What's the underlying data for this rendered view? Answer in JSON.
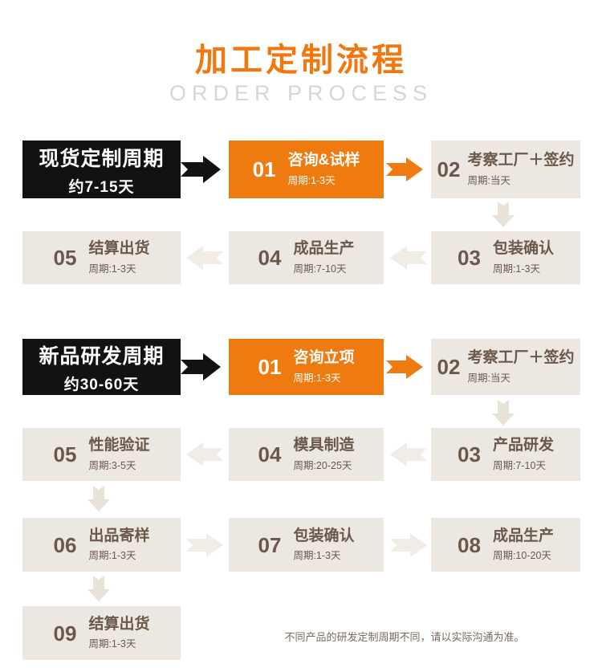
{
  "header": {
    "title": "加工定制流程",
    "subtitle": "ORDER PROCESS"
  },
  "colors": {
    "accent_orange": "#ee7a10",
    "title_orange": "#f1770e",
    "label_black": "#121212",
    "box_beige": "#ece8e1",
    "text_brown": "#6b584b",
    "arrow_light": "#f1ede6",
    "arrow_down": "#e8e2d7",
    "subtitle_gray": "#d6d6d6"
  },
  "sections": [
    {
      "label": {
        "title": "现货定制周期",
        "duration": "约7-15天"
      },
      "steps": {
        "s01": {
          "num": "01",
          "title": "咨询&试样",
          "cycle": "周期:1-3天"
        },
        "s02": {
          "num": "02",
          "title": "考察工厂＋签约",
          "cycle": "周期:当天"
        },
        "s03": {
          "num": "03",
          "title": "包装确认",
          "cycle": "周期:1-3天"
        },
        "s04": {
          "num": "04",
          "title": "成品生产",
          "cycle": "周期:7-10天"
        },
        "s05": {
          "num": "05",
          "title": "结算出货",
          "cycle": "周期:1-3天"
        }
      }
    },
    {
      "label": {
        "title": "新品研发周期",
        "duration": "约30-60天"
      },
      "steps": {
        "s01": {
          "num": "01",
          "title": "咨询立项",
          "cycle": "周期:1-3天"
        },
        "s02": {
          "num": "02",
          "title": "考察工厂＋签约",
          "cycle": "周期:当天"
        },
        "s03": {
          "num": "03",
          "title": "产品研发",
          "cycle": "周期:7-10天"
        },
        "s04": {
          "num": "04",
          "title": "模具制造",
          "cycle": "周期:20-25天"
        },
        "s05": {
          "num": "05",
          "title": "性能验证",
          "cycle": "周期:3-5天"
        },
        "s06": {
          "num": "06",
          "title": "出品寄样",
          "cycle": "周期:1-3天"
        },
        "s07": {
          "num": "07",
          "title": "包装确认",
          "cycle": "周期:1-3天"
        },
        "s08": {
          "num": "08",
          "title": "成品生产",
          "cycle": "周期:10-20天"
        },
        "s09": {
          "num": "09",
          "title": "结算出货",
          "cycle": "周期:1-3天"
        }
      }
    }
  ],
  "footnote": "不同产品的研发定制周期不同，请以实际沟通为准。"
}
